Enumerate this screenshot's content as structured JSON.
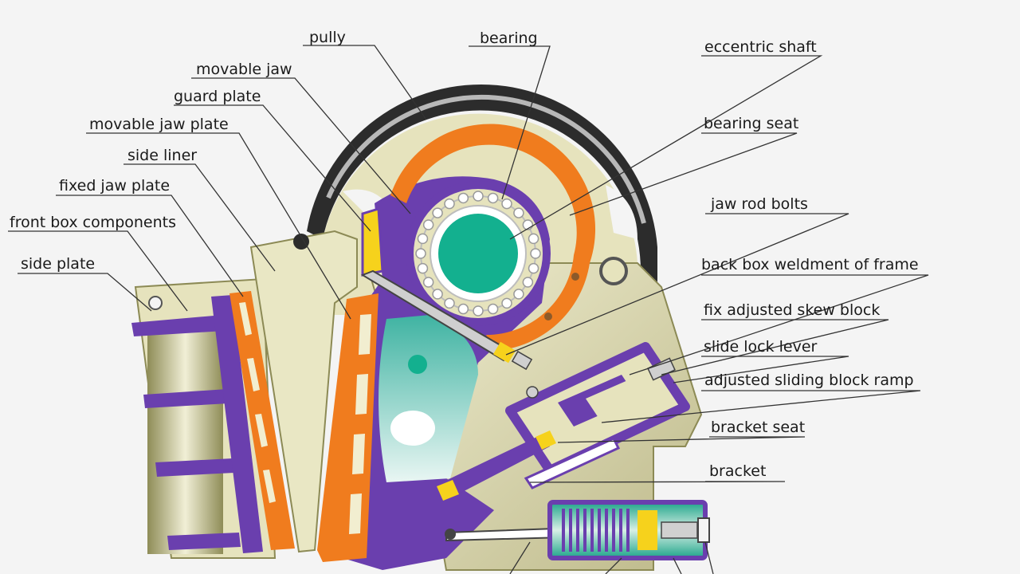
{
  "labels": {
    "pully": "pully",
    "bearing": "bearing",
    "eccentric_shaft": "eccentric shaft",
    "movable_jaw": "movable jaw",
    "guard_plate": "guard plate",
    "movable_jaw_plate": "movable jaw plate",
    "bearing_seat": "bearing seat",
    "side_liner": "side liner",
    "fixed_jaw_plate": "fixed jaw plate",
    "front_box_components": "front box components",
    "jaw_rod_bolts": "jaw rod bolts",
    "side_plate": "side plate",
    "back_box_weldment": "back box weldment of frame",
    "fix_adjusted_skew_block": "fix adjusted skew block",
    "slide_lock_lever": "slide lock lever",
    "adjusted_sliding_block_ramp": "adjusted sliding block ramp",
    "bracket_seat": "bracket seat",
    "bracket": "bracket"
  },
  "colors": {
    "frame": "#e6e3bd",
    "frame_shadow": "#8c8a55",
    "purple": "#6a3fae",
    "orange": "#f07c1e",
    "green": "#13b08f",
    "yellow": "#f6d21c",
    "rim": "#2c2c2c",
    "line": "#333333"
  }
}
